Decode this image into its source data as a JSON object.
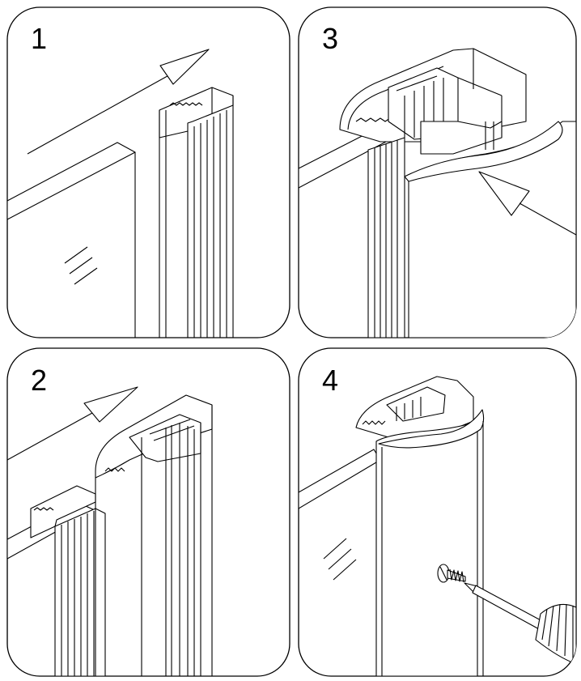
{
  "steps": [
    {
      "number": "1"
    },
    {
      "number": "2"
    },
    {
      "number": "3"
    },
    {
      "number": "4"
    }
  ]
}
